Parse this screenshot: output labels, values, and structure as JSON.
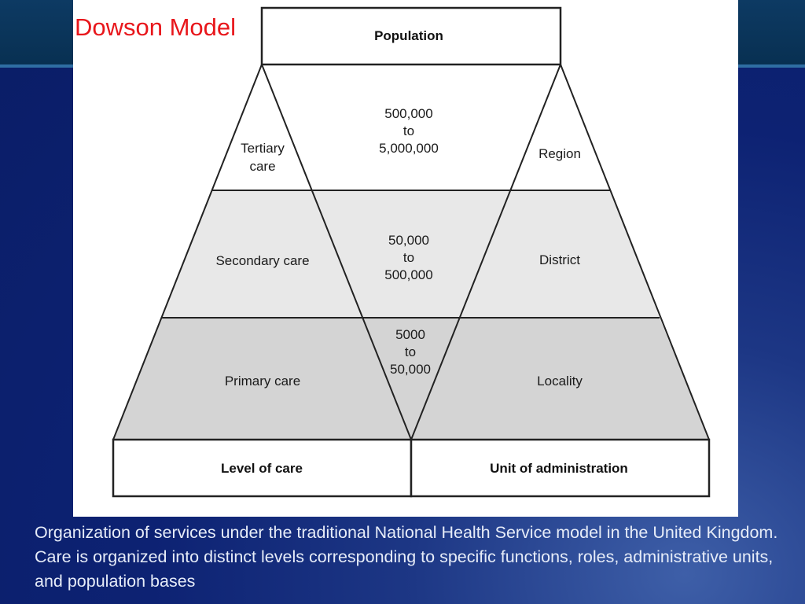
{
  "slide": {
    "title": "Dowson Model",
    "title_color": "#e8161b",
    "caption": "Organization of services under the traditional National Health Service model in the United Kingdom. Care is organized into distinct levels corresponding to specific functions, roles, administrative units, and population bases"
  },
  "diagram": {
    "header": "Population",
    "left_footer": "Level of care",
    "right_footer": "Unit of administration",
    "tiers": [
      {
        "level_of_care": [
          "Tertiary",
          "care"
        ],
        "population": [
          "500,000",
          "to",
          "5,000,000"
        ],
        "unit": "Region",
        "fill": "#ffffff"
      },
      {
        "level_of_care": [
          "Secondary care"
        ],
        "population": [
          "50,000",
          "to",
          "500,000"
        ],
        "unit": "District",
        "fill": "#e8e8e8"
      },
      {
        "level_of_care": [
          "Primary care"
        ],
        "population": [
          "5000",
          "to",
          "50,000"
        ],
        "unit": "Locality",
        "fill": "#d4d4d4"
      }
    ]
  }
}
